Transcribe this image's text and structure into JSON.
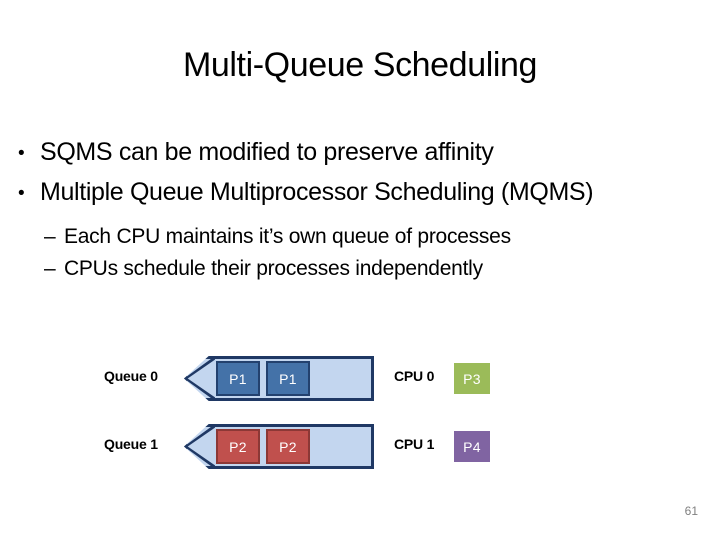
{
  "slide": {
    "title": "Multi-Queue Scheduling",
    "page_number": "61",
    "background_color": "#ffffff"
  },
  "bullets": {
    "level1_marker": "•",
    "level2_marker": "–",
    "items": [
      {
        "text": "SQMS can be modified to preserve affinity"
      },
      {
        "text": "Multiple Queue Multiprocessor Scheduling (MQMS)"
      }
    ],
    "sub_items": [
      {
        "text": "Each CPU maintains it’s own queue of processes"
      },
      {
        "text": "CPUs schedule their processes independently"
      }
    ]
  },
  "diagram": {
    "queue_fill_color": "#c3d6ef",
    "queue_border_color": "#1f3864",
    "rows": [
      {
        "queue_label": "Queue 0",
        "processes": [
          {
            "label": "P1",
            "color": "#4472a8"
          },
          {
            "label": "P1",
            "color": "#4472a8"
          }
        ],
        "cpu_label": "CPU 0",
        "cpu_process": {
          "label": "P3",
          "color": "#9bbb59"
        }
      },
      {
        "queue_label": "Queue 1",
        "processes": [
          {
            "label": "P2",
            "color": "#c0504d"
          },
          {
            "label": "P2",
            "color": "#c0504d"
          }
        ],
        "cpu_label": "CPU 1",
        "cpu_process": {
          "label": "P4",
          "color": "#8064a2"
        }
      }
    ]
  }
}
